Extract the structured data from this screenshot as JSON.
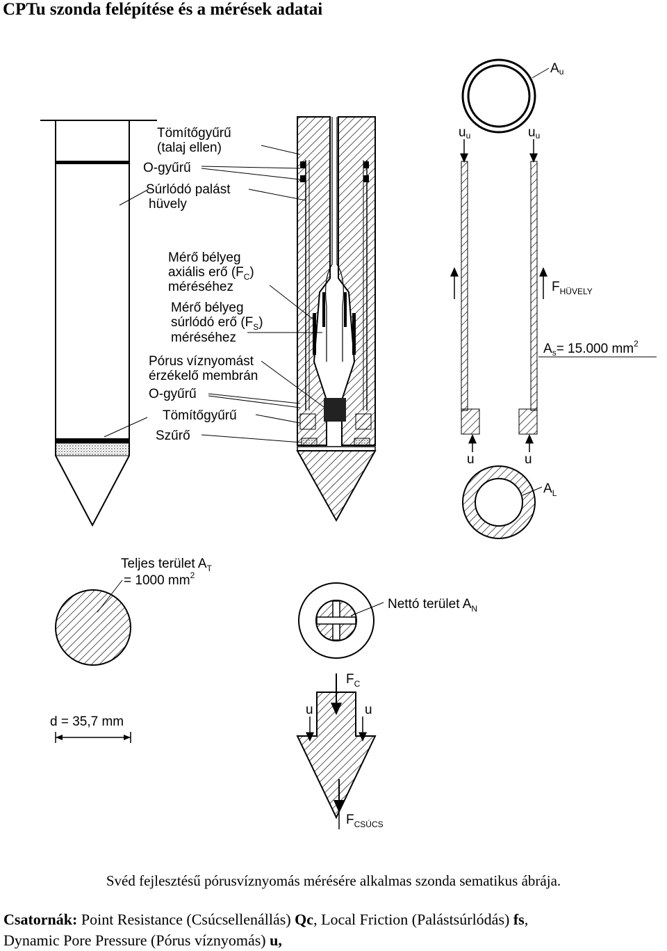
{
  "title": "CPTu szonda felépítése és a mérések adatai",
  "labels": {
    "seal_ring_1": "Tömítőgyűrű",
    "seal_ring_1b": "(talaj ellen)",
    "o_ring_1": "O-gyűrű",
    "friction_sleeve_1": "Súrlódó palást",
    "friction_sleeve_2": "hüvely",
    "gauge_axial_1": "Mérő bélyeg",
    "gauge_axial_2": "axiális erő (F",
    "gauge_axial_sub": "C",
    "gauge_axial_3": "méréséhez",
    "gauge_fric_1": "Mérő bélyeg",
    "gauge_fric_2": "súrlódó erő (F",
    "gauge_fric_sub": "S",
    "gauge_fric_3": "méréséhez",
    "pore_1": "Pórus víznyomást",
    "pore_2": "érzékelő membrán",
    "o_ring_2": "O-gyűrű",
    "seal_ring_2": "Tömítőgyűrű",
    "filter": "Szűrő",
    "au": "A",
    "au_sub": "u",
    "uu": "u",
    "uu_sub": "u",
    "f_huvely": "F",
    "f_huvely_sub": "HÜVELY",
    "as_label": "A",
    "as_sub": "s",
    "as_value": "= 15.000 mm",
    "as_sup": "2",
    "u": "u",
    "al": "A",
    "al_sub": "L",
    "total_area_1": "Teljes terület  A",
    "total_area_sub": "T",
    "total_area_2": "= 1000 mm",
    "total_area_sup": "2",
    "net_area": "Nettó terület  A",
    "net_area_sub": "N",
    "diameter": "d = 35,7 mm",
    "fc": "F",
    "fc_sub": "C",
    "fcsucs": "F",
    "fcsucs_sub": "CSÚCS"
  },
  "caption": "Svéd fejlesztésű pórusvíznyomás mérésére alkalmas szonda sematikus ábrája.",
  "channels": {
    "label": "Csatornák:",
    "t1": " Point Resistance (Csúcsellenállás) ",
    "b1": "Qc",
    "t2": ", Local Friction (Palástsúrlódás) ",
    "b2": "fs",
    "t3": ",",
    "t4": "Dynamic Pore Pressure (Pórus víznyomás) ",
    "b3": "u,"
  }
}
